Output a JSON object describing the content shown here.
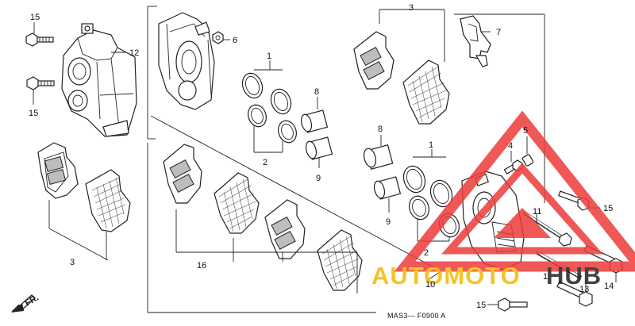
{
  "diagram": {
    "code": "MAS3— F0900 A",
    "direction_label": "FR.",
    "labels": {
      "l15_top": "15",
      "l15_mid": "15",
      "l12": "12",
      "l6": "6",
      "l1_top": "1",
      "l8_top": "8",
      "l2_top": "2",
      "l9_top": "9",
      "l3_top": "3",
      "l7": "7",
      "l3_bottom": "3",
      "l16": "16",
      "l8_right": "8",
      "l9_right": "9",
      "l1_right": "1",
      "l2_right": "2",
      "l4": "4",
      "l5": "5",
      "l11": "11",
      "l15_right": "15",
      "l10": "10",
      "l1_lower": "1",
      "l13": "13",
      "l14": "14",
      "l15_bottom": "15"
    },
    "watermark": {
      "text_a": "AUTOMOTO",
      "text_b": "HUB",
      "color_a": "#f5b800",
      "color_b": "#222222",
      "triangle_color": "#ee3a3a"
    }
  }
}
